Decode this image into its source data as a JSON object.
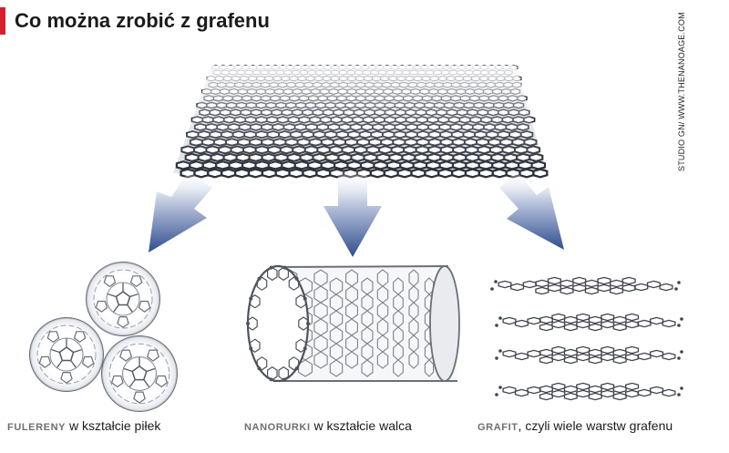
{
  "title": "Co można zrobić z grafenu",
  "credit": "STUDIO GN/ WWW.THENANOAGE.COM",
  "accent_color": "#d81e2c",
  "arrow_color": "#2f4d8f",
  "captions": {
    "fullerenes": {
      "keyword": "FULERENY",
      "text": " w kształcie piłek"
    },
    "nanotubes": {
      "keyword": "NANORURKI",
      "text": " w kształcie walca"
    },
    "graphite": {
      "keyword": "GRAFIT",
      "text": ", czyli wiele warstw grafenu"
    }
  },
  "icons": {
    "graphene": "graphene-sheet-icon",
    "fullerene": "fullerene-ball-icon",
    "nanotube": "nanotube-cylinder-icon",
    "graphite": "graphite-layers-icon",
    "arrow": "down-arrow-icon"
  }
}
